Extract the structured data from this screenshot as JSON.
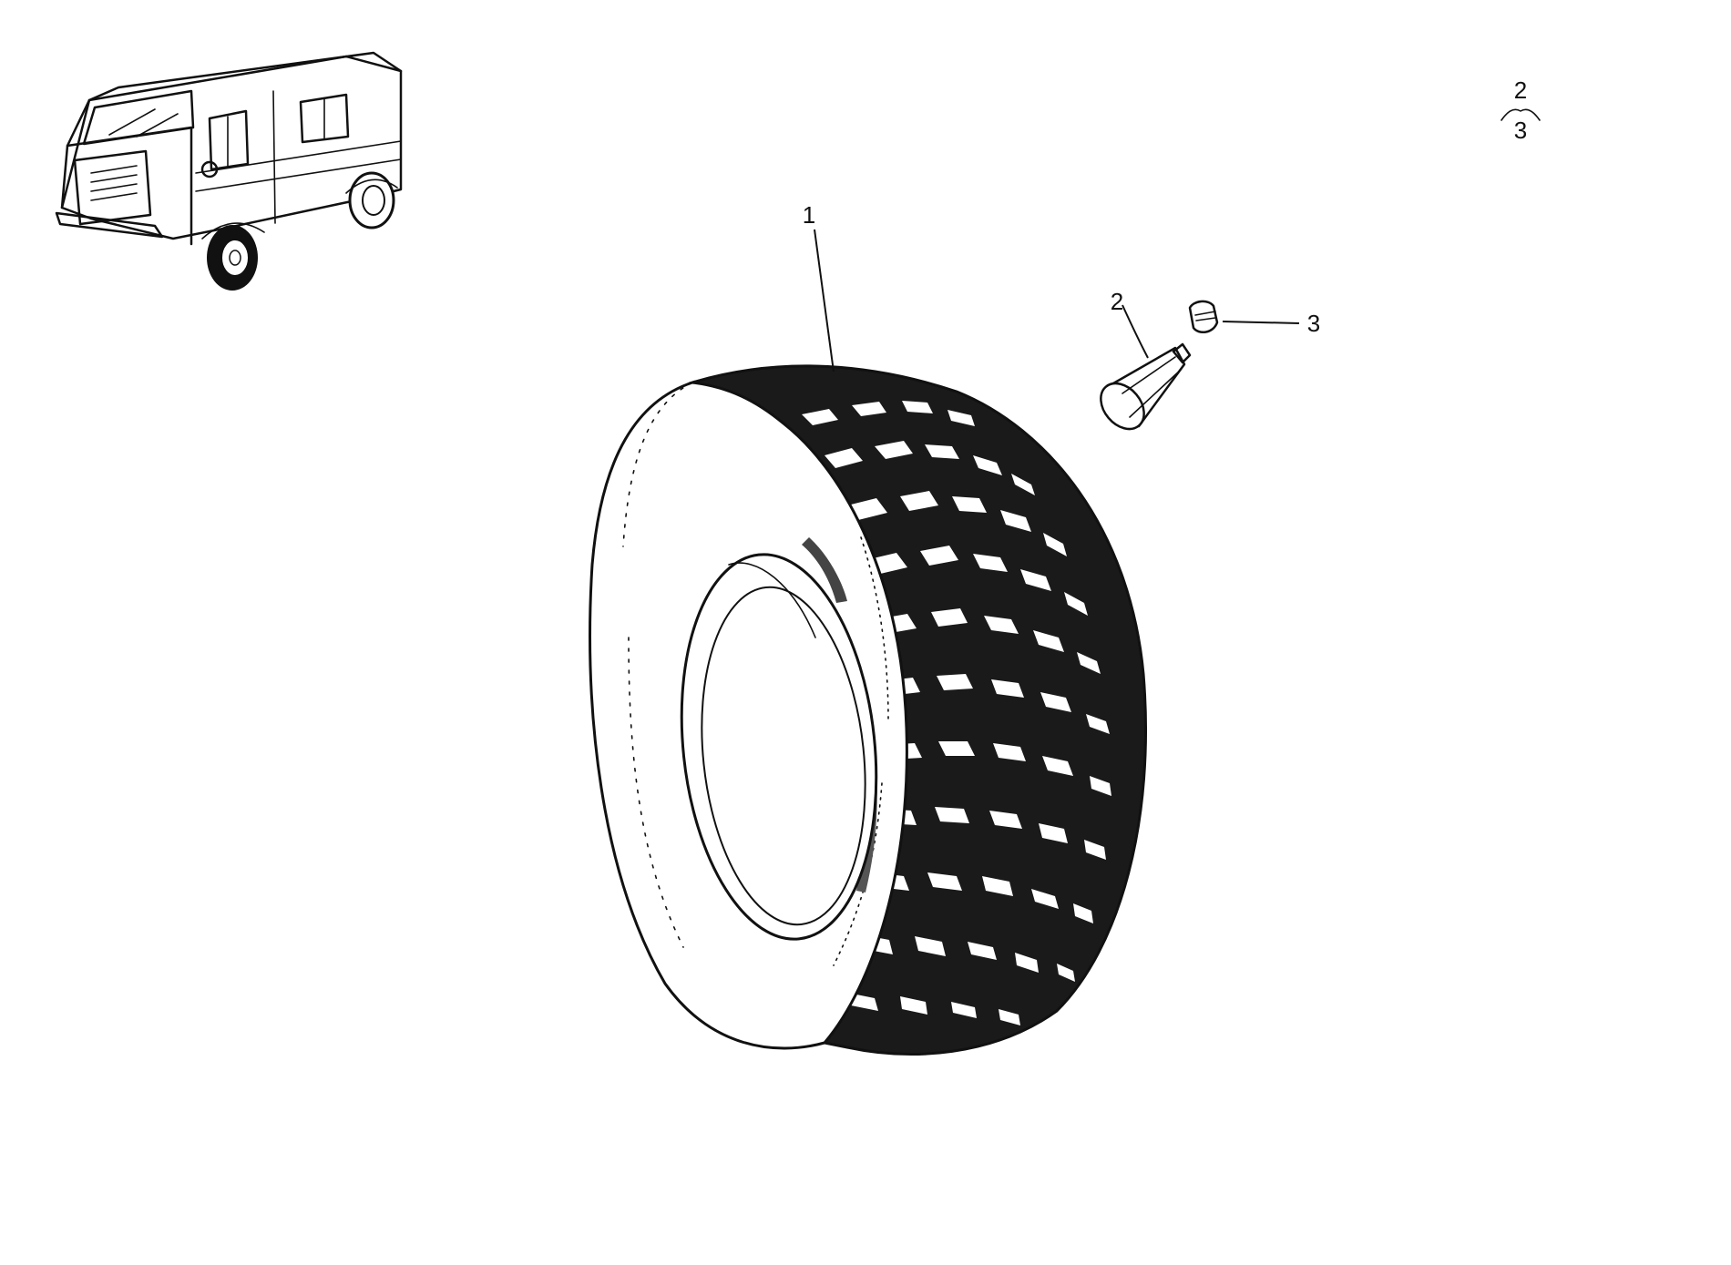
{
  "diagram": {
    "callouts": {
      "tire": "1",
      "valve_stem": "2",
      "valve_cap": "3"
    },
    "assembly_note": {
      "top": "2",
      "bottom": "3"
    },
    "colors": {
      "ink": "#111111",
      "background": "#ffffff"
    }
  }
}
